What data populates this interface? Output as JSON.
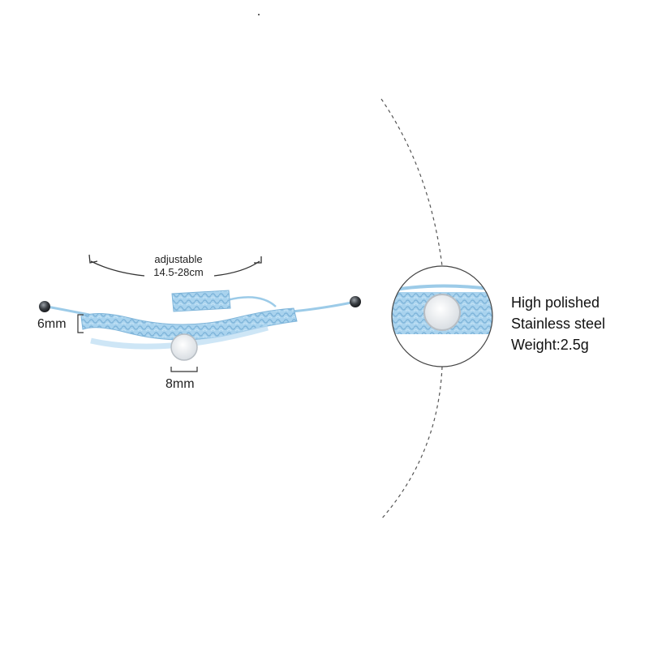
{
  "product": {
    "adjustable_label": "adjustable",
    "size_range": "14.5-28cm",
    "width_label": "6mm",
    "charm_label": "8mm"
  },
  "specs": [
    "High polished",
    "Stainless steel",
    "Weight:2.5g"
  ],
  "colors": {
    "cord": "#9ccbe8",
    "cord_shadow": "#6fa8cf",
    "charm": "#f3f5f7",
    "bead": "#3b3f44",
    "divider": "#555555"
  }
}
